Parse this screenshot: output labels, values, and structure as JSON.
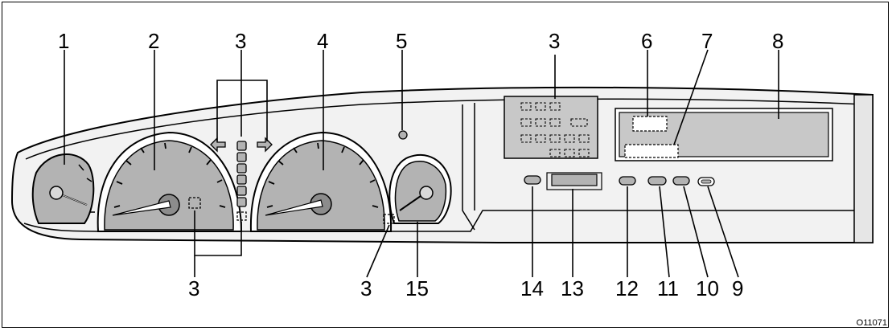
{
  "callouts": {
    "c1": "1",
    "c2": "2",
    "c3_top": "3",
    "c4": "4",
    "c5": "5",
    "c3_panel": "3",
    "c6": "6",
    "c7": "7",
    "c8": "8",
    "c3_bottom_left": "3",
    "c3_bottom_mid": "3",
    "c15": "15",
    "c14": "14",
    "c13": "13",
    "c12": "12",
    "c11": "11",
    "c10": "10",
    "c9": "9"
  },
  "figure_code": "O11071",
  "colors": {
    "gauge_face": "#b3b3b3",
    "panel": "#c8c8c8",
    "line": "#000000",
    "paper": "#ffffff"
  }
}
